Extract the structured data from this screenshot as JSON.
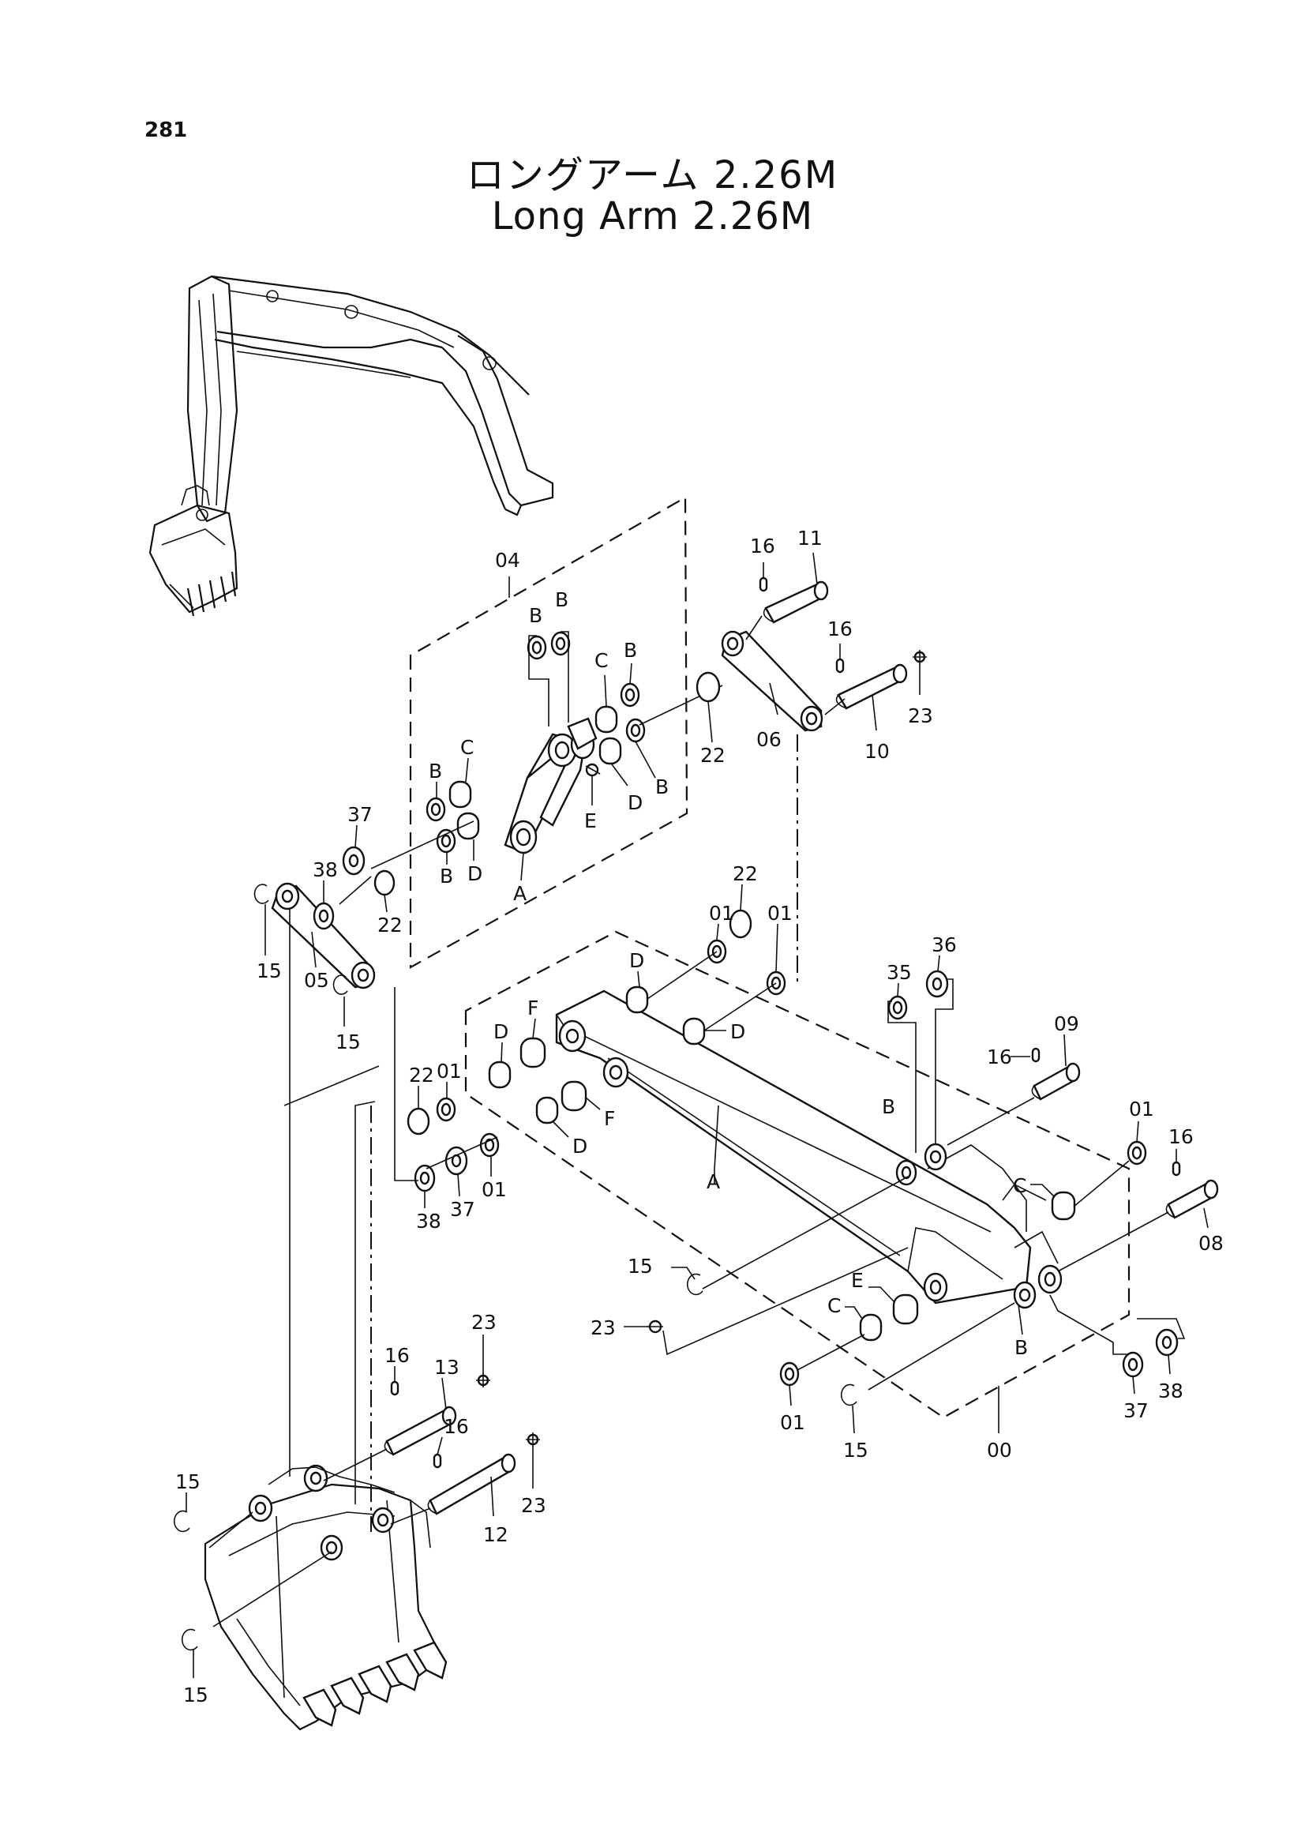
{
  "page_number": "281",
  "title_jp": "ロングアーム 2.26M",
  "title_en": "Long Arm 2.26M",
  "callouts": [
    {
      "id": "c1",
      "text": "16"
    },
    {
      "id": "c2",
      "text": "11"
    },
    {
      "id": "c3",
      "text": "16"
    },
    {
      "id": "c4",
      "text": "23"
    },
    {
      "id": "c5",
      "text": "10"
    },
    {
      "id": "c6",
      "text": "06"
    },
    {
      "id": "c7",
      "text": "22"
    },
    {
      "id": "c8",
      "text": "04"
    },
    {
      "id": "c9",
      "text": "B"
    },
    {
      "id": "c10",
      "text": "B"
    },
    {
      "id": "c11",
      "text": "C"
    },
    {
      "id": "c12",
      "text": "B"
    },
    {
      "id": "c13",
      "text": "B"
    },
    {
      "id": "c14",
      "text": "D"
    },
    {
      "id": "c15",
      "text": "E"
    },
    {
      "id": "c16",
      "text": "C"
    },
    {
      "id": "c17",
      "text": "B"
    },
    {
      "id": "c18",
      "text": "37"
    },
    {
      "id": "c19",
      "text": "38"
    },
    {
      "id": "c20",
      "text": "B"
    },
    {
      "id": "c21",
      "text": "D"
    },
    {
      "id": "c22",
      "text": "A"
    },
    {
      "id": "c23",
      "text": "22"
    },
    {
      "id": "c24",
      "text": "15"
    },
    {
      "id": "c25",
      "text": "05"
    },
    {
      "id": "c26",
      "text": "15"
    },
    {
      "id": "c27",
      "text": "01"
    },
    {
      "id": "c28",
      "text": "22"
    },
    {
      "id": "c29",
      "text": "01"
    },
    {
      "id": "c30",
      "text": "D"
    },
    {
      "id": "c31",
      "text": "D"
    },
    {
      "id": "c32",
      "text": "35"
    },
    {
      "id": "c33",
      "text": "36"
    },
    {
      "id": "c34",
      "text": "09"
    },
    {
      "id": "c35",
      "text": "16"
    },
    {
      "id": "c36",
      "text": "D"
    },
    {
      "id": "c37",
      "text": "F"
    },
    {
      "id": "c38",
      "text": "22"
    },
    {
      "id": "c39",
      "text": "01"
    },
    {
      "id": "c40",
      "text": "F"
    },
    {
      "id": "c41",
      "text": "D"
    },
    {
      "id": "c42",
      "text": "01"
    },
    {
      "id": "c43",
      "text": "37"
    },
    {
      "id": "c44",
      "text": "38"
    },
    {
      "id": "c45",
      "text": "A"
    },
    {
      "id": "c46",
      "text": "B"
    },
    {
      "id": "c47",
      "text": "01"
    },
    {
      "id": "c48",
      "text": "16"
    },
    {
      "id": "c49",
      "text": "C"
    },
    {
      "id": "c50",
      "text": "08"
    },
    {
      "id": "c51",
      "text": "15"
    },
    {
      "id": "c52",
      "text": "23"
    },
    {
      "id": "c53",
      "text": "E"
    },
    {
      "id": "c54",
      "text": "C"
    },
    {
      "id": "c55",
      "text": "B"
    },
    {
      "id": "c56",
      "text": "01"
    },
    {
      "id": "c57",
      "text": "15"
    },
    {
      "id": "c58",
      "text": "00"
    },
    {
      "id": "c59",
      "text": "37"
    },
    {
      "id": "c60",
      "text": "38"
    },
    {
      "id": "c61",
      "text": "23"
    },
    {
      "id": "c62",
      "text": "16"
    },
    {
      "id": "c63",
      "text": "13"
    },
    {
      "id": "c64",
      "text": "16"
    },
    {
      "id": "c65",
      "text": "23"
    },
    {
      "id": "c66",
      "text": "12"
    },
    {
      "id": "c67",
      "text": "15"
    },
    {
      "id": "c68",
      "text": "15"
    }
  ]
}
